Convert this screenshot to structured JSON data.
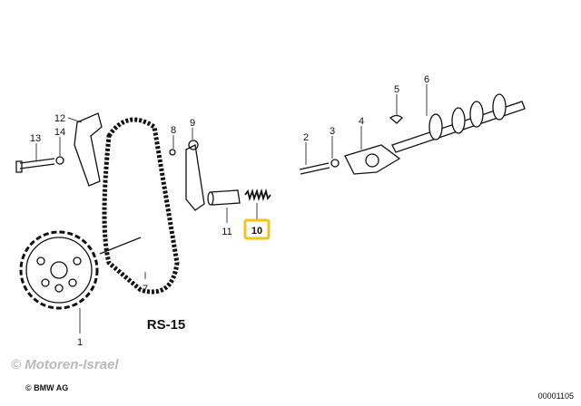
{
  "labels": {
    "p1": "1",
    "p2": "2",
    "p3": "3",
    "p4": "4",
    "p5": "5",
    "p6": "6",
    "p7": "7",
    "p8": "8",
    "p9": "9",
    "p10": "10",
    "p11": "11",
    "p12": "12",
    "p13": "13",
    "p14": "14",
    "chain": "RS-15"
  },
  "highlight_color": "#f2c318",
  "footer": {
    "watermark": "© Motoren-Israel",
    "copyright": "© BMW AG",
    "diagram_number": "00001105"
  }
}
